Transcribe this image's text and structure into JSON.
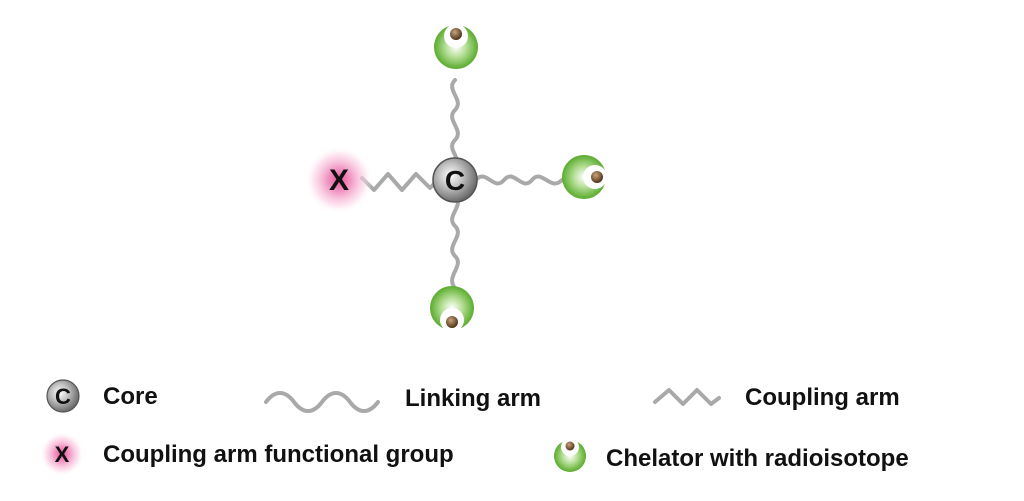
{
  "diagram": {
    "core_symbol": "C",
    "group_symbol": "X"
  },
  "legend": {
    "core_symbol": "C",
    "core_label": "Core",
    "linking_label": "Linking arm",
    "coupling_label": "Coupling arm",
    "group_symbol": "X",
    "group_label": "Coupling arm functional group",
    "chelator_label": "Chelator with radioisotope"
  },
  "colors": {
    "chelator_green": "#74c043",
    "isotope_brown": "#6b4a2b",
    "group_pink": "#e8559a",
    "core_gray": "#7d7d7d",
    "arm_gray": "#a9a9a9"
  }
}
